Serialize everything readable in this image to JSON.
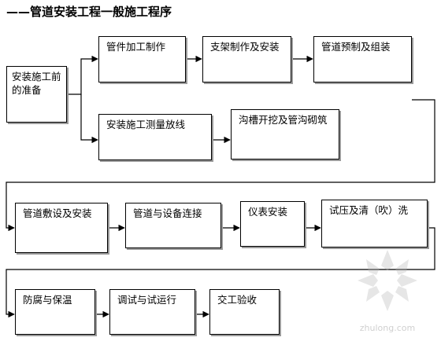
{
  "title": "——管道安装工程一般施工程序",
  "steps": {
    "prep": "安装施工前的准备",
    "fittings": "管件加工制作",
    "support": "支架制作及安装",
    "prefab": "管道预制及组装",
    "survey": "安装施工测量放线",
    "trench": "沟槽开挖及管沟砌筑",
    "laying": "管道敷设及安装",
    "connect": "管道与设备连接",
    "instrument": "仪表安装",
    "pressure": "试压及清（吹）洗",
    "anticorrosion": "防腐与保温",
    "commissioning": "调试与试运行",
    "acceptance": "交工验收"
  },
  "watermark": {
    "text": "zhulong.com"
  }
}
